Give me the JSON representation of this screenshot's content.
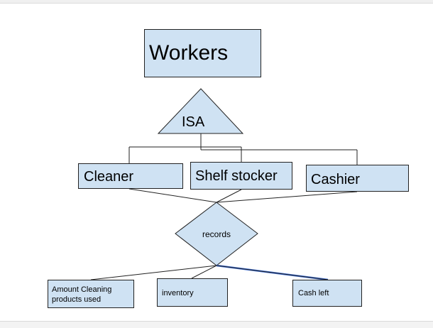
{
  "diagram": {
    "entities": {
      "workers": "Workers",
      "cleaner": "Cleaner",
      "shelf_stocker": "Shelf stocker",
      "cashier": "Cashier"
    },
    "relationships": {
      "isa": "ISA",
      "records": "records"
    },
    "attributes": {
      "amount_cleaning": "Amount Cleaning products used",
      "inventory": "inventory",
      "cash_left": "Cash left"
    }
  },
  "colors": {
    "fill": "#cfe2f3",
    "stroke": "#222222",
    "highlight": "#3d6fd9"
  }
}
